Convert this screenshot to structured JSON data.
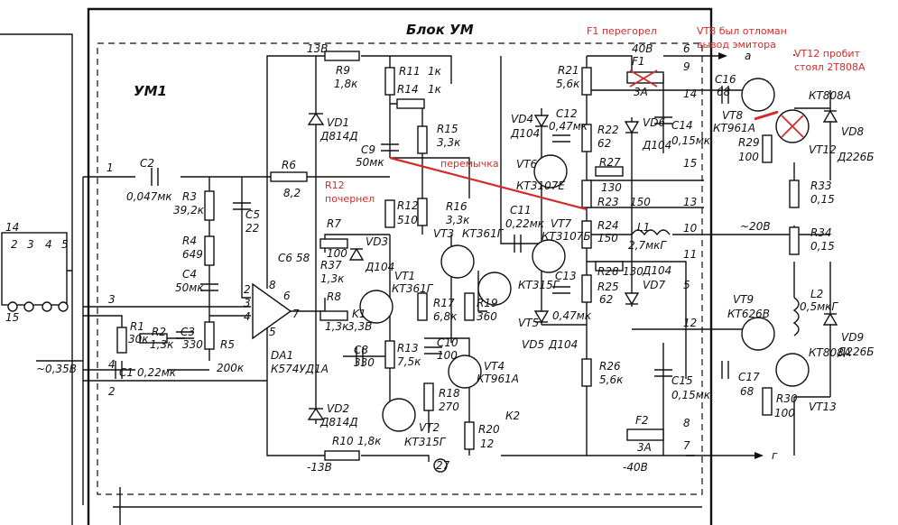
{
  "block_title": "Блок УМ",
  "module_name": "УМ1",
  "annotations": {
    "f1": "F1 перегорел",
    "vt8_line1": "VT8 был отломан",
    "vt8_line2": "вывод эмитора",
    "vt12_line1": "VT12 пробит",
    "vt12_line2": "стоял 2Т808А",
    "r12_line1": "R12",
    "r12_line2": "почернел",
    "jumper": "перемычка",
    "color": "#d42a2a"
  },
  "components": {
    "c2": [
      "C2",
      "0,047мк"
    ],
    "r3": [
      "R3",
      "39,2к"
    ],
    "c5": [
      "C5",
      "22"
    ],
    "r4": [
      "R4",
      "649"
    ],
    "c4": [
      "C4",
      "50мк"
    ],
    "r1": [
      "R1",
      "30к"
    ],
    "r2": [
      "R2",
      "1,3к"
    ],
    "c3": [
      "C3",
      "330"
    ],
    "r5": [
      "R5",
      "200к"
    ],
    "c1": [
      "C1",
      "0,22мк"
    ],
    "r6": [
      "R6",
      "8,2"
    ],
    "c6": [
      "C6",
      "58"
    ],
    "da1": [
      "DA1",
      "К574УД1А"
    ],
    "r9": [
      "R9",
      "1,8к"
    ],
    "vd1": [
      "VD1",
      "Д814Д"
    ],
    "vd2": [
      "VD2",
      "Д814Д"
    ],
    "r10": [
      "R10",
      "1,8к"
    ],
    "r7": [
      "R7",
      "100"
    ],
    "r37": [
      "R37",
      "1,3к"
    ],
    "vd3": [
      "VD3",
      "Д104"
    ],
    "r8": [
      "R8",
      "1,3к"
    ],
    "k1": [
      "K1",
      "3,3В"
    ],
    "c8": [
      "C8",
      "330"
    ],
    "vt1": [
      "VT1",
      "КТ361Г"
    ],
    "r11": [
      "R11",
      "1к"
    ],
    "r14": [
      "R14",
      "1к"
    ],
    "c9": [
      "C9",
      "50мк"
    ],
    "r12": [
      "R12",
      "510"
    ],
    "r15": [
      "R15",
      "3,3к"
    ],
    "r16": [
      "R16",
      "3,3к"
    ],
    "vt3": [
      "VT3",
      "КТ361Г"
    ],
    "vt5": [
      "VT5",
      "КТ315Г"
    ],
    "r17": [
      "R17",
      "6,8к"
    ],
    "r19": [
      "R19",
      "360"
    ],
    "r13": [
      "R13",
      "7,5к"
    ],
    "c10": [
      "C10",
      "100"
    ],
    "vt4": [
      "VT4",
      "КТ961А"
    ],
    "r18": [
      "R18",
      "270"
    ],
    "vt2": [
      "VT2",
      "КТ315Г"
    ],
    "r20": [
      "R20",
      "12"
    ],
    "vd4": [
      "VD4",
      "Д104"
    ],
    "c12": [
      "C12",
      "0,47мк"
    ],
    "vt6": [
      "VT6",
      "КТ3107Е"
    ],
    "c11": [
      "C11",
      "0,22мк"
    ],
    "vt7": [
      "VT7",
      "КТ3107Б"
    ],
    "c13": [
      "C13",
      "0,47мк"
    ],
    "vd5": [
      "VD5",
      "Д104"
    ],
    "r21": [
      "R21",
      "5,6к"
    ],
    "r22": [
      "R22",
      "62"
    ],
    "vd6": [
      "VD6",
      "Д104"
    ],
    "r27": [
      "R27",
      "130"
    ],
    "r23": [
      "R23",
      "150"
    ],
    "r24": [
      "R24",
      "150"
    ],
    "r28": [
      "R28",
      "130"
    ],
    "r25": [
      "R25",
      "62"
    ],
    "vd7": [
      "VD7",
      "Д104"
    ],
    "r26": [
      "R26",
      "5,6к"
    ],
    "f1": [
      "F1",
      "3А"
    ],
    "f2": [
      "F2",
      "3А"
    ],
    "c14": [
      "C14",
      "0,15мк"
    ],
    "c15": [
      "C15",
      "0,15мк"
    ],
    "l1": [
      "L1",
      "2,7мкГ"
    ],
    "c16": [
      "C16",
      "68"
    ],
    "vt8": [
      "VT8",
      "КТ961А"
    ],
    "r29": [
      "R29",
      "100"
    ],
    "vt12": [
      "VT12",
      "КТ808А"
    ],
    "vd8": [
      "VD8",
      "Д226Б"
    ],
    "r33": [
      "R33",
      "0,15"
    ],
    "r34": [
      "R34",
      "0,15"
    ],
    "l2": [
      "L2",
      "0,5мкГ"
    ],
    "vt9": [
      "VT9",
      "КТ626В"
    ],
    "c17": [
      "C17",
      "68"
    ],
    "r30": [
      "R30",
      "100"
    ],
    "vt13": [
      "VT13",
      "КТ808А"
    ],
    "vd9": [
      "VD9",
      "Д226Б"
    ]
  },
  "nets": {
    "plus13": "13В",
    "minus13": "-13В",
    "plus40": "40В",
    "minus40": "-40В",
    "ac20": "~20В",
    "ac035": "~0,35В",
    "k2": "К2",
    "out_a": "а",
    "out_g": "г",
    "pins": [
      "1",
      "2",
      "3",
      "4",
      "5",
      "6",
      "7",
      "8",
      "9",
      "10",
      "11",
      "12",
      "13",
      "14",
      "15",
      "15"
    ],
    "da1_pins": [
      "2",
      "3",
      "4",
      "5",
      "6",
      "7",
      "8"
    ],
    "sheet_ref": "27",
    "left_conn": [
      "14",
      "15"
    ],
    "left_pins": [
      "2",
      "3",
      "4",
      "5"
    ]
  }
}
